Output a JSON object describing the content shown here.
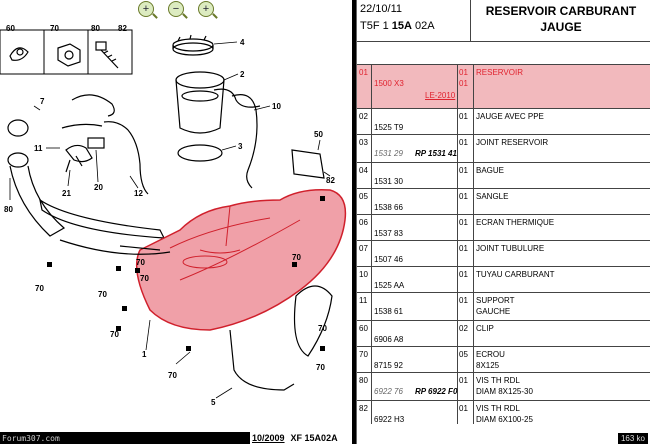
{
  "toolbar": {
    "zoom_in_label": "+",
    "zoom_out_label": "−",
    "zoom_fit_label": "+"
  },
  "diagram": {
    "callouts": [
      "60",
      "70",
      "80",
      "82",
      "4",
      "2",
      "3",
      "10",
      "7",
      "11",
      "21",
      "20",
      "12",
      "50",
      "82",
      "80",
      "70",
      "70",
      "70",
      "70",
      "1",
      "70",
      "5",
      "70",
      "70",
      "70",
      "70"
    ],
    "caption_date": "10/2009",
    "caption_code": "XF 15A02A",
    "forum_tag": "Forum307.com"
  },
  "header": {
    "date": "22/10/11",
    "ref_prefix": "T5F 1",
    "ref_bold": "15A",
    "ref_suffix": "02A",
    "title_line1": "RESERVOIR CARBURANT",
    "title_line2": "JAUGE"
  },
  "rows": [
    {
      "pos": "01",
      "code": "1500 X3",
      "qty": "01",
      "qty2": "01",
      "desc": "RESERVOIR",
      "note": "LE-2010",
      "highlight": true
    },
    {
      "pos": "02",
      "code": "1525 T9",
      "qty": "01",
      "desc": "JAUGE AVEC PPE"
    },
    {
      "pos": "03",
      "code": "1531 29",
      "alt": "RP 1531 41",
      "qty": "01",
      "desc": "JOINT RESERVOIR"
    },
    {
      "pos": "04",
      "code": "1531 30",
      "qty": "01",
      "desc": "BAGUE"
    },
    {
      "pos": "05",
      "code": "1538 66",
      "qty": "01",
      "desc": "SANGLE"
    },
    {
      "pos": "06",
      "code": "1537 83",
      "qty": "01",
      "desc": "ECRAN THERMIQUE"
    },
    {
      "pos": "07",
      "code": "1507 46",
      "qty": "01",
      "desc": "JOINT TUBULURE"
    },
    {
      "pos": "10",
      "code": "1525 AA",
      "qty": "01",
      "desc": "TUYAU CARBURANT"
    },
    {
      "pos": "11",
      "code": "1538 61",
      "qty": "01",
      "desc": "SUPPORT",
      "desc2": "GAUCHE"
    },
    {
      "pos": "60",
      "code": "6906 A8",
      "qty": "02",
      "desc": "CLIP"
    },
    {
      "pos": "70",
      "code": "8715 92",
      "qty": "05",
      "desc": "ECROU",
      "desc2": "8X125"
    },
    {
      "pos": "80",
      "code": "6922 76",
      "alt": "RP 6922 F0",
      "qty": "01",
      "desc": "VIS TH RDL",
      "desc2": "DIAM 8X125-30"
    },
    {
      "pos": "82",
      "code": "6922 H3",
      "qty": "01",
      "desc": "VIS TH RDL",
      "desc2": "DIAM 6X100-25"
    }
  ],
  "page_size": "163 ko",
  "colors": {
    "highlight_fill": "#f2b9bd",
    "red_text": "#e0232f",
    "tank_fill": "#f0a0a8",
    "tank_stroke": "#d0202c"
  }
}
